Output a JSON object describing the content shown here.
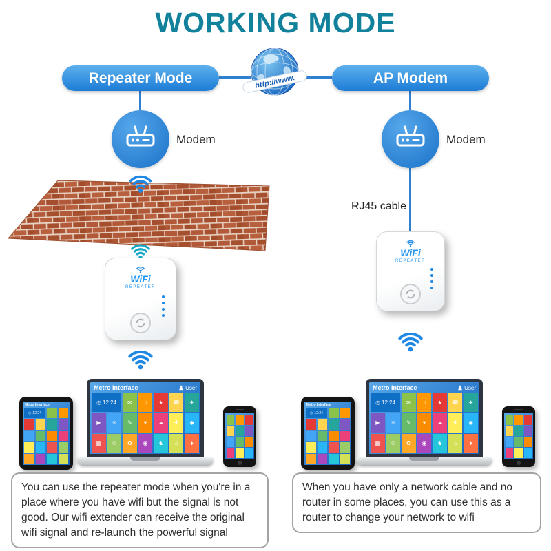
{
  "title": "WORKING MODE",
  "globe": {
    "banner": "http://www."
  },
  "left": {
    "mode": "Repeater Mode",
    "modem": "Modem",
    "description": "You can use the repeater mode when you're in a place where you have wifi but the signal is not good. Our wifi extender can receive the original wifi signal and re-launch the powerful signal"
  },
  "right": {
    "mode": "AP Modem",
    "modem": "Modem",
    "cable": "RJ45 cable",
    "description": "When you have only a network cable and no router in some places, you can use this as a router to change your network to wifi"
  },
  "device": {
    "brand_top": "WiFi",
    "brand_bottom": "REPEATER"
  },
  "metro": {
    "title": "Metro Interface",
    "user": "User",
    "clock": "12:24",
    "tile_colors": [
      "#8bc34a",
      "#ff9800",
      "#e53935",
      "#ffd54f",
      "#26a69a",
      "#7e57c2",
      "#42a5f5",
      "#66bb6a",
      "#fb8c00",
      "#ec407a",
      "#ffee58",
      "#29b6f6",
      "#ef5350",
      "#9ccc65",
      "#ffa726",
      "#ab47bc",
      "#26c6da",
      "#d4e157",
      "#ff7043",
      "#5c6bc0"
    ],
    "tile_glyphs": [
      "✉",
      "♫",
      "★",
      "☎",
      "✈",
      "▶",
      "☀",
      "✎",
      "♥",
      "☁",
      "✚",
      "◆",
      "▦",
      "☺",
      "✿",
      "◉",
      "♞",
      "⌂",
      "♦",
      "♣"
    ]
  },
  "icons": [
    "globe-icon",
    "modem-icon",
    "wifi-signal-icon",
    "brick-wall",
    "wps-button-icon",
    "user-icon",
    "clock-icon"
  ],
  "colors": {
    "title": "#12829c",
    "pill_top": "#5cb0ec",
    "pill_bottom": "#1d7cd6",
    "line_blue": "#2f80cf",
    "wifi_blue": "#1e88e5",
    "wifi_teal": "#18a8c5",
    "brick": "#b2593a",
    "mortar": "#e7d3c3",
    "metro_start": "#57a7e8",
    "metro_end": "#1563c0"
  }
}
